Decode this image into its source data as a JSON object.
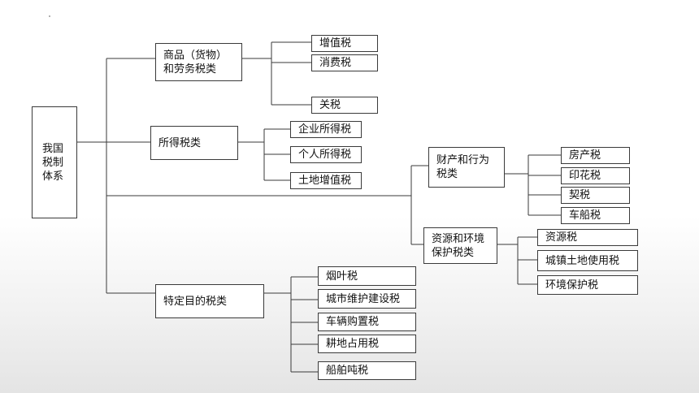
{
  "nodes": {
    "root": "我国\n税制\n体系",
    "goods": "商品（货物）\n和劳务税类",
    "vat": "增值税",
    "consumption": "消费税",
    "customs": "关税",
    "income": "所得税类",
    "corp_income": "企业所得税",
    "personal_income": "个人所得税",
    "land_vat": "土地增值税",
    "property": "财产和行为\n税类",
    "house": "房产税",
    "stamp": "印花税",
    "deed": "契税",
    "vehicle_vessel": "车船税",
    "resource_env": "资源和环境\n保护税类",
    "resource": "资源税",
    "urban_land": "城镇土地使用税",
    "env_protect": "环境保护税",
    "special": "特定目的税类",
    "tobacco": "烟叶税",
    "urban_maint": "城市维护建设税",
    "vehicle_purchase": "车辆购置税",
    "farmland": "耕地占用税",
    "tonnage": "船舶吨税"
  }
}
